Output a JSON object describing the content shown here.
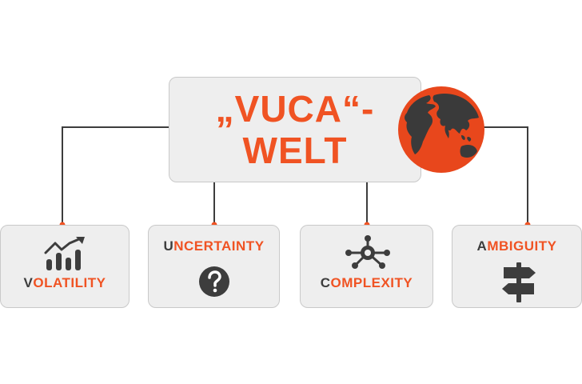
{
  "diagram": {
    "title_line1": "„VUCA“-",
    "title_line2": "WELT",
    "accent_color": "#f05323",
    "dark_color": "#3d3d3d",
    "box_fill": "#eeeeee",
    "items": [
      {
        "first": "V",
        "rest": "OLATILITY",
        "icon": "bar-chart-trend-icon"
      },
      {
        "first": "U",
        "rest": "NCERTAINTY",
        "icon": "question-mark-icon"
      },
      {
        "first": "C",
        "rest": "OMPLEXITY",
        "icon": "network-hub-icon"
      },
      {
        "first": "A",
        "rest": "MBIGUITY",
        "icon": "signpost-icon"
      }
    ],
    "decoration_icon": "globe-icon"
  }
}
